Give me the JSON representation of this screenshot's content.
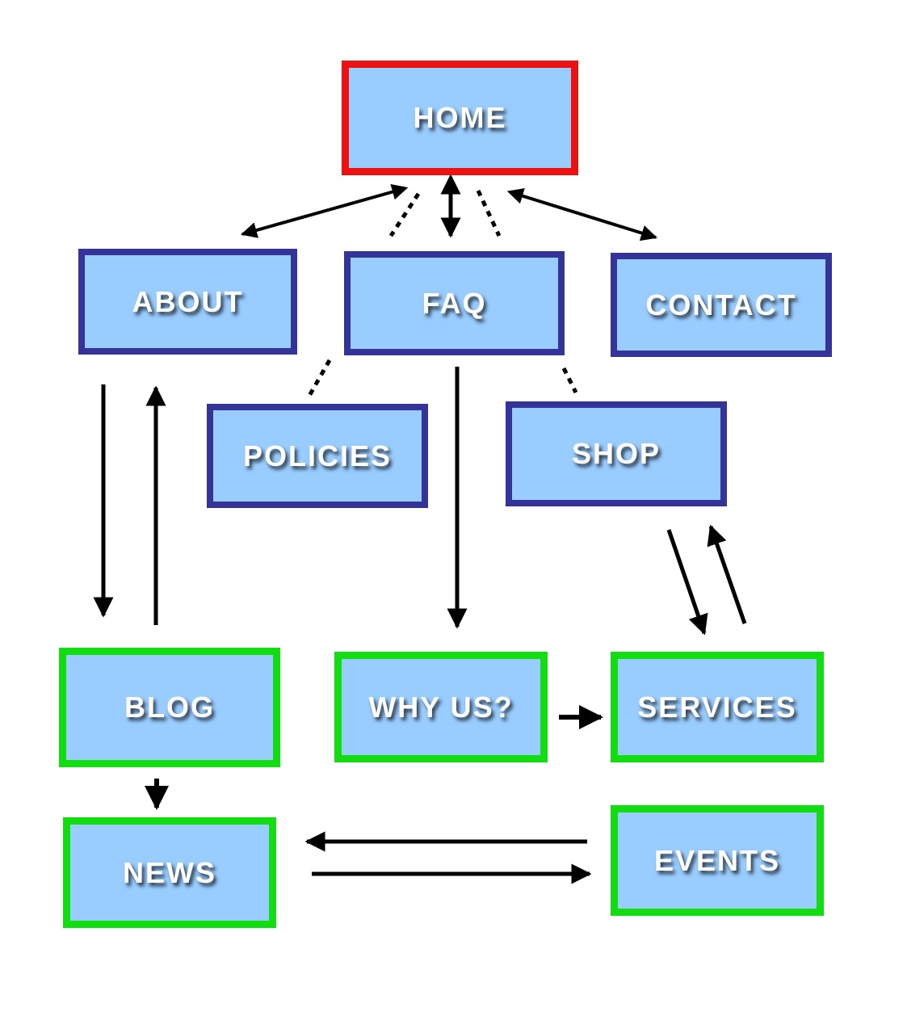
{
  "colors": {
    "top_border": "#ee1111",
    "level2_border": "#333399",
    "bottom_border": "#11dd11",
    "node_fill": "#99ccff",
    "arrow": "#000000"
  },
  "nodes": {
    "home": "HOME",
    "about": "ABOUT",
    "faq": "FAQ",
    "contact": "CONTACT",
    "policies": "POLICIES",
    "shop": "SHOP",
    "blog": "BLOG",
    "why_us": "WHY US?",
    "services": "SERVICES",
    "news": "NEWS",
    "events": "EVENTS"
  },
  "connections": [
    {
      "from": "HOME",
      "to": "ABOUT",
      "style": "double-arrow"
    },
    {
      "from": "HOME",
      "to": "FAQ",
      "style": "dotted"
    },
    {
      "from": "HOME",
      "to": "FAQ",
      "style": "double-arrow"
    },
    {
      "from": "HOME",
      "to": "FAQ",
      "style": "dotted"
    },
    {
      "from": "HOME",
      "to": "CONTACT",
      "style": "double-arrow"
    },
    {
      "from": "FAQ",
      "to": "POLICIES",
      "style": "dotted"
    },
    {
      "from": "FAQ",
      "to": "SHOP",
      "style": "dotted"
    },
    {
      "from": "FAQ",
      "to": "WHY US?",
      "style": "arrow"
    },
    {
      "from": "ABOUT",
      "to": "BLOG",
      "style": "arrow"
    },
    {
      "from": "BLOG",
      "to": "ABOUT",
      "style": "arrow"
    },
    {
      "from": "SHOP",
      "to": "SERVICES",
      "style": "arrow"
    },
    {
      "from": "SERVICES",
      "to": "SHOP",
      "style": "arrow"
    },
    {
      "from": "WHY US?",
      "to": "SERVICES",
      "style": "arrow"
    },
    {
      "from": "BLOG",
      "to": "NEWS",
      "style": "arrow"
    },
    {
      "from": "EVENTS",
      "to": "NEWS",
      "style": "arrow"
    },
    {
      "from": "NEWS",
      "to": "EVENTS",
      "style": "arrow"
    }
  ]
}
